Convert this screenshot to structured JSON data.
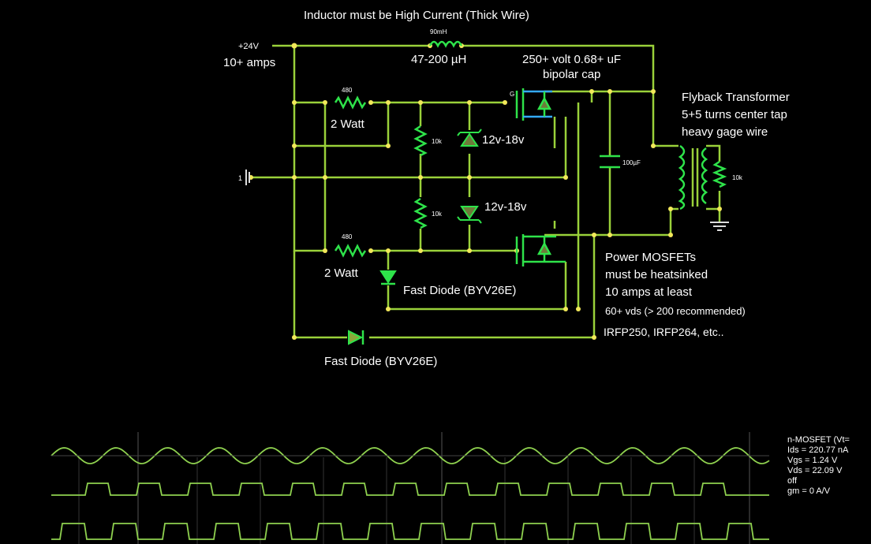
{
  "labels": {
    "title": "Inductor must be High Current (Thick Wire)",
    "vsource": "+24V",
    "amps": "10+ amps",
    "inductor_value": "90mH",
    "inductor_range": "47-200 µH",
    "cap_note_1": "250+ volt 0.68+ uF",
    "cap_note_2": "bipolar cap",
    "r_top_value": "480",
    "r_top_watt": "2 Watt",
    "r_bot_value": "480",
    "r_bot_watt": "2 Watt",
    "r10k_a": "10k",
    "r10k_b": "10k",
    "zener_top": "12v-18v",
    "zener_bot": "12v-18v",
    "cap_value": "100µF",
    "flyback_1": "Flyback Transformer",
    "flyback_2": "5+5 turns center tap",
    "flyback_3": "heavy gage wire",
    "r_load": "10k",
    "ground_left": "1",
    "fast_diode_1": "Fast Diode (BYV26E)",
    "fast_diode_2": "Fast Diode (BYV26E)",
    "mosfet_note_1": "Power MOSFETs",
    "mosfet_note_2": "must be heatsinked",
    "mosfet_note_3": "10 amps at least",
    "mosfet_note_4": "60+ vds (> 200 recommended)",
    "mosfet_note_5": "IRFP250, IRFP264, etc..",
    "gate_label": "G"
  },
  "scope_info": {
    "line1": "n-MOSFET (Vt=",
    "line2": "Ids = 220.77 nA",
    "line3": "Vgs = 1.24 V",
    "line4": "Vds = 22.09 V",
    "line5": "off",
    "line6": "gm = 0 A/V"
  },
  "colors": {
    "wire": "#9ad13a",
    "dot": "#f2e85a",
    "component": "#2ee34a",
    "text": "#ffffff",
    "scope_trace": "#8fd14f",
    "grid": "#555555",
    "selected": "#33aaff"
  }
}
